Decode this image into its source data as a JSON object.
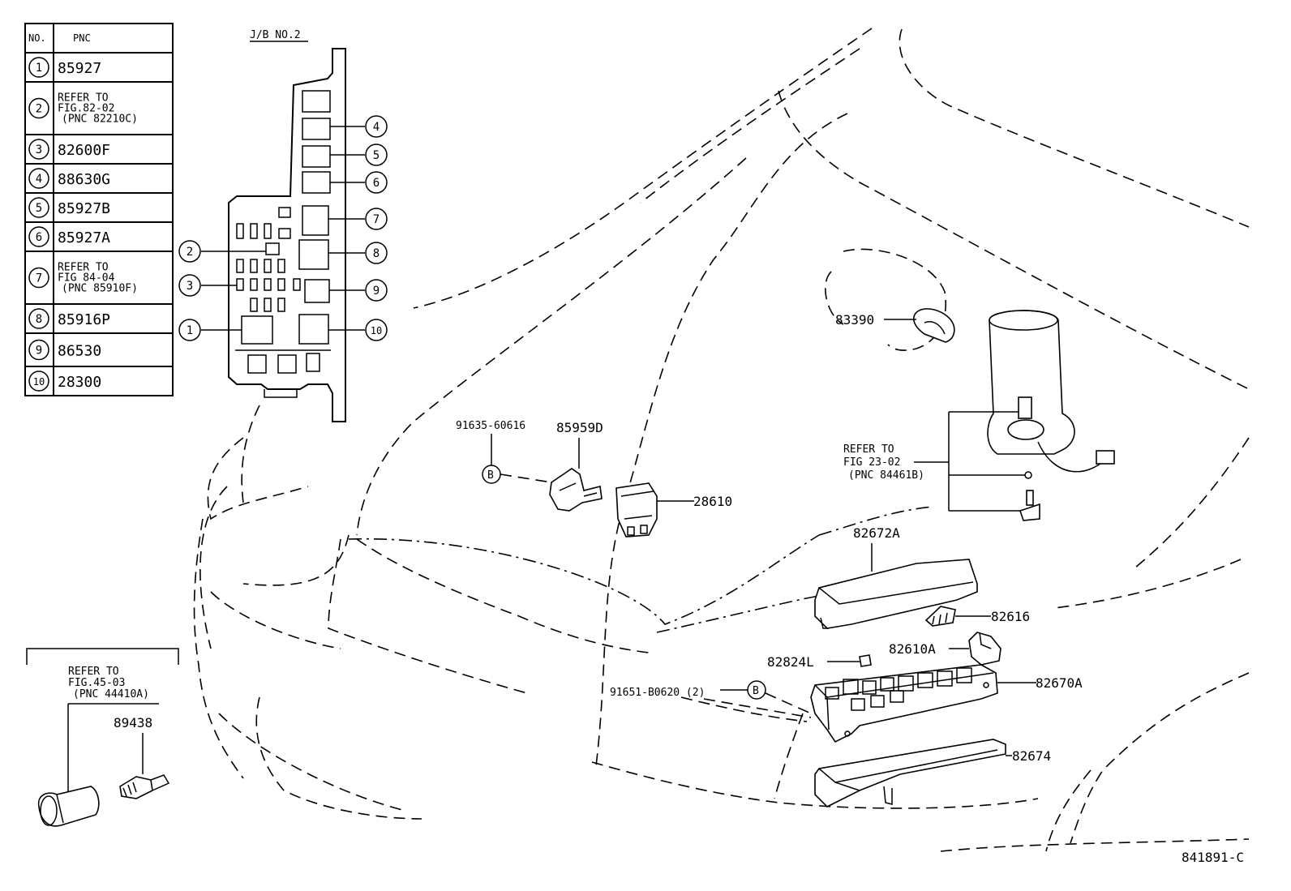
{
  "table": {
    "header_no": "NO.",
    "header_pnc": "PNC",
    "rows": [
      {
        "no": "1",
        "lines": [
          "85927"
        ]
      },
      {
        "no": "2",
        "lines": [
          "REFER TO",
          "FIG.82-02",
          "(PNC 82210C)"
        ]
      },
      {
        "no": "3",
        "lines": [
          "82600F"
        ]
      },
      {
        "no": "4",
        "lines": [
          "88630G"
        ]
      },
      {
        "no": "5",
        "lines": [
          "85927B"
        ]
      },
      {
        "no": "6",
        "lines": [
          "85927A"
        ]
      },
      {
        "no": "7",
        "lines": [
          "REFER TO",
          "FIG 84-04",
          "(PNC 85910F)"
        ]
      },
      {
        "no": "8",
        "lines": [
          "85916P"
        ]
      },
      {
        "no": "9",
        "lines": [
          "86530"
        ]
      },
      {
        "no": "10",
        "lines": [
          "28300"
        ]
      }
    ]
  },
  "jb_title": "J/B NO.2",
  "jb_callouts": [
    "1",
    "2",
    "3",
    "4",
    "5",
    "6",
    "7",
    "8",
    "9",
    "10"
  ],
  "labels": {
    "p83390": "83390",
    "p91635": "91635-60616",
    "p85959d": "85959D",
    "p28610": "28610",
    "ref23_1": "REFER TO",
    "ref23_2": "FIG 23-02",
    "ref23_3": "(PNC 84461B)",
    "p82672a": "82672A",
    "p82616": "82616",
    "p82610a": "82610A",
    "p82824l": "82824L",
    "p91651": "91651-B0620 (2)",
    "p82670a": "82670A",
    "p82674": "82674",
    "ref45_1": "REFER TO",
    "ref45_2": "FIG.45-03",
    "ref45_3": "(PNC 44410A)",
    "p89438": "89438",
    "bolt_b1": "B",
    "bolt_b2": "B",
    "fig_code": "841891-C"
  }
}
